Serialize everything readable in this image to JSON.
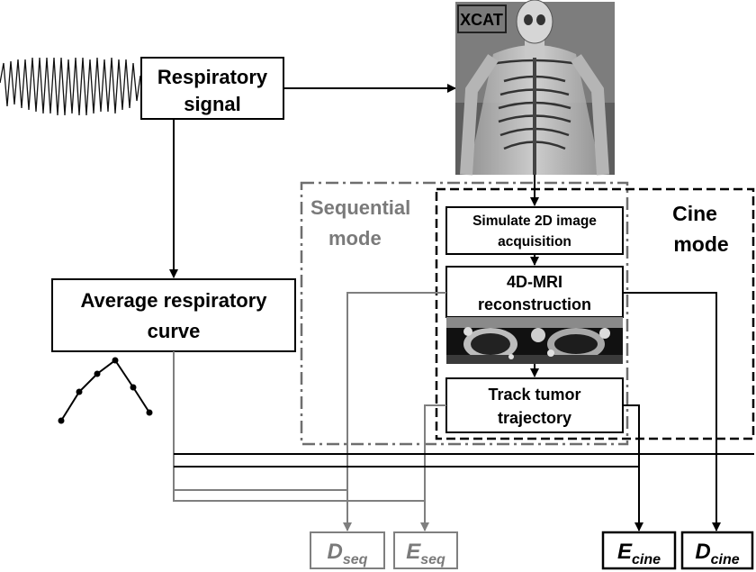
{
  "diagram": {
    "respiratory_signal": {
      "line1": "Respiratory",
      "line2": "signal"
    },
    "xcat_label": "XCAT",
    "average_curve": {
      "line1": "Average respiratory",
      "line2": "curve"
    },
    "sequential_mode": {
      "line1": "Sequential",
      "line2": "mode"
    },
    "cine_mode": {
      "line1": "Cine",
      "line2": "mode"
    },
    "simulate": {
      "line1": "Simulate 2D image",
      "line2": "acquisition"
    },
    "reconstruction": {
      "line1": "4D-MRI",
      "line2": "reconstruction"
    },
    "track": {
      "line1": "Track tumor",
      "line2": "trajectory"
    },
    "outputs": {
      "d_seq": {
        "main": "D",
        "sub": "seq"
      },
      "e_seq": {
        "main": "E",
        "sub": "seq"
      },
      "e_cine": {
        "main": "E",
        "sub": "cine"
      },
      "d_cine": {
        "main": "D",
        "sub": "cine"
      }
    },
    "colors": {
      "black": "#000000",
      "grey": "#7f7f7f",
      "sequential_border": "#6e6e6e"
    }
  }
}
